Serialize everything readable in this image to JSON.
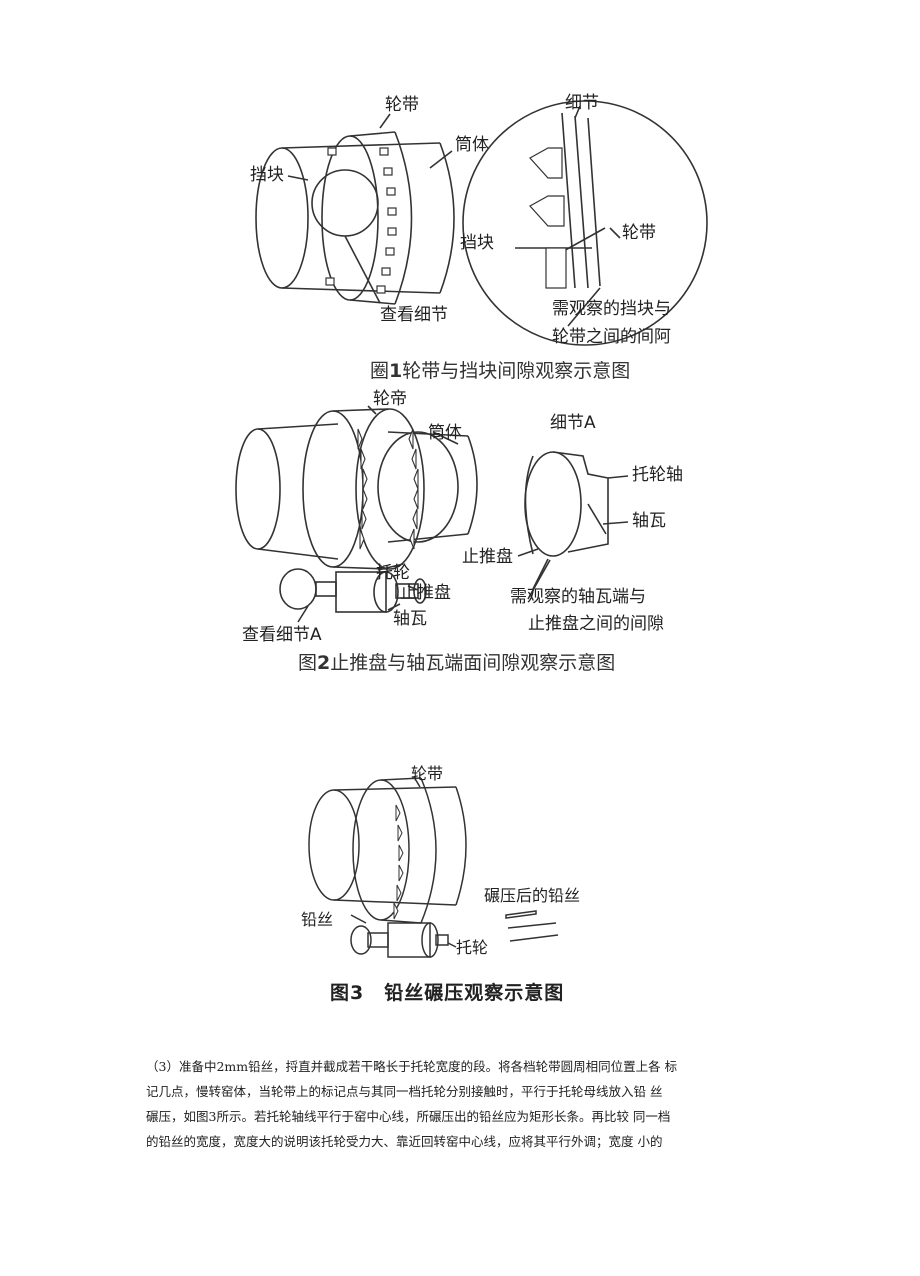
{
  "figure1": {
    "labels": {
      "tire": "轮带",
      "shell": "筒体",
      "stopper": "挡块",
      "view_detail": "查看细节",
      "detail": "细节",
      "stopper_detail": "挡块",
      "tire_detail": "轮带",
      "note_line1": "需观察的挡块与",
      "note_line2": "轮带之间的间阿"
    },
    "caption_prefix": "圈",
    "caption_number": "1",
    "caption_text": "轮带与挡块间隙观察示意图"
  },
  "figure2": {
    "labels": {
      "tire": "轮帝",
      "shell": "筒体",
      "roller": "托轮",
      "thrust_disc": "止推盘",
      "bearing": "轴瓦",
      "view_detail": "查看细节A",
      "detail": "细节A",
      "roller_shaft": "托轮轴",
      "bearing_detail": "轴瓦",
      "thrust_disc_detail": "止推盘",
      "note_line1": "需观察的轴瓦端与",
      "note_line2": "止推盘之间的间隙"
    },
    "caption_prefix": "图",
    "caption_number": "2",
    "caption_text": "止推盘与轴瓦端面间隙观察示意图"
  },
  "figure3": {
    "labels": {
      "tire": "轮带",
      "lead_wire": "铅丝",
      "roller": "托轮",
      "pressed_wire": "碾压后的铅丝"
    },
    "caption": "图3　铅丝碾压观察示意图"
  },
  "paragraph": {
    "lines": [
      "（3）准备中2mm铅丝，捋直并截成若干略长于托轮宽度的段。将各档轮带圆周相同位置上各  标",
      "记几点，慢转窑体，当轮带上的标记点与其同一档托轮分别接触时，平行于托轮母线放入铅  丝",
      "碾压，如图3所示。若托轮轴线平行于窑中心线，所碾压出的铅丝应为矩形长条。再比较  同一档",
      "的铅丝的宽度，宽度大的说明该托轮受力大、靠近回转窑中心线，应将其平行外调；宽度  小的"
    ]
  }
}
